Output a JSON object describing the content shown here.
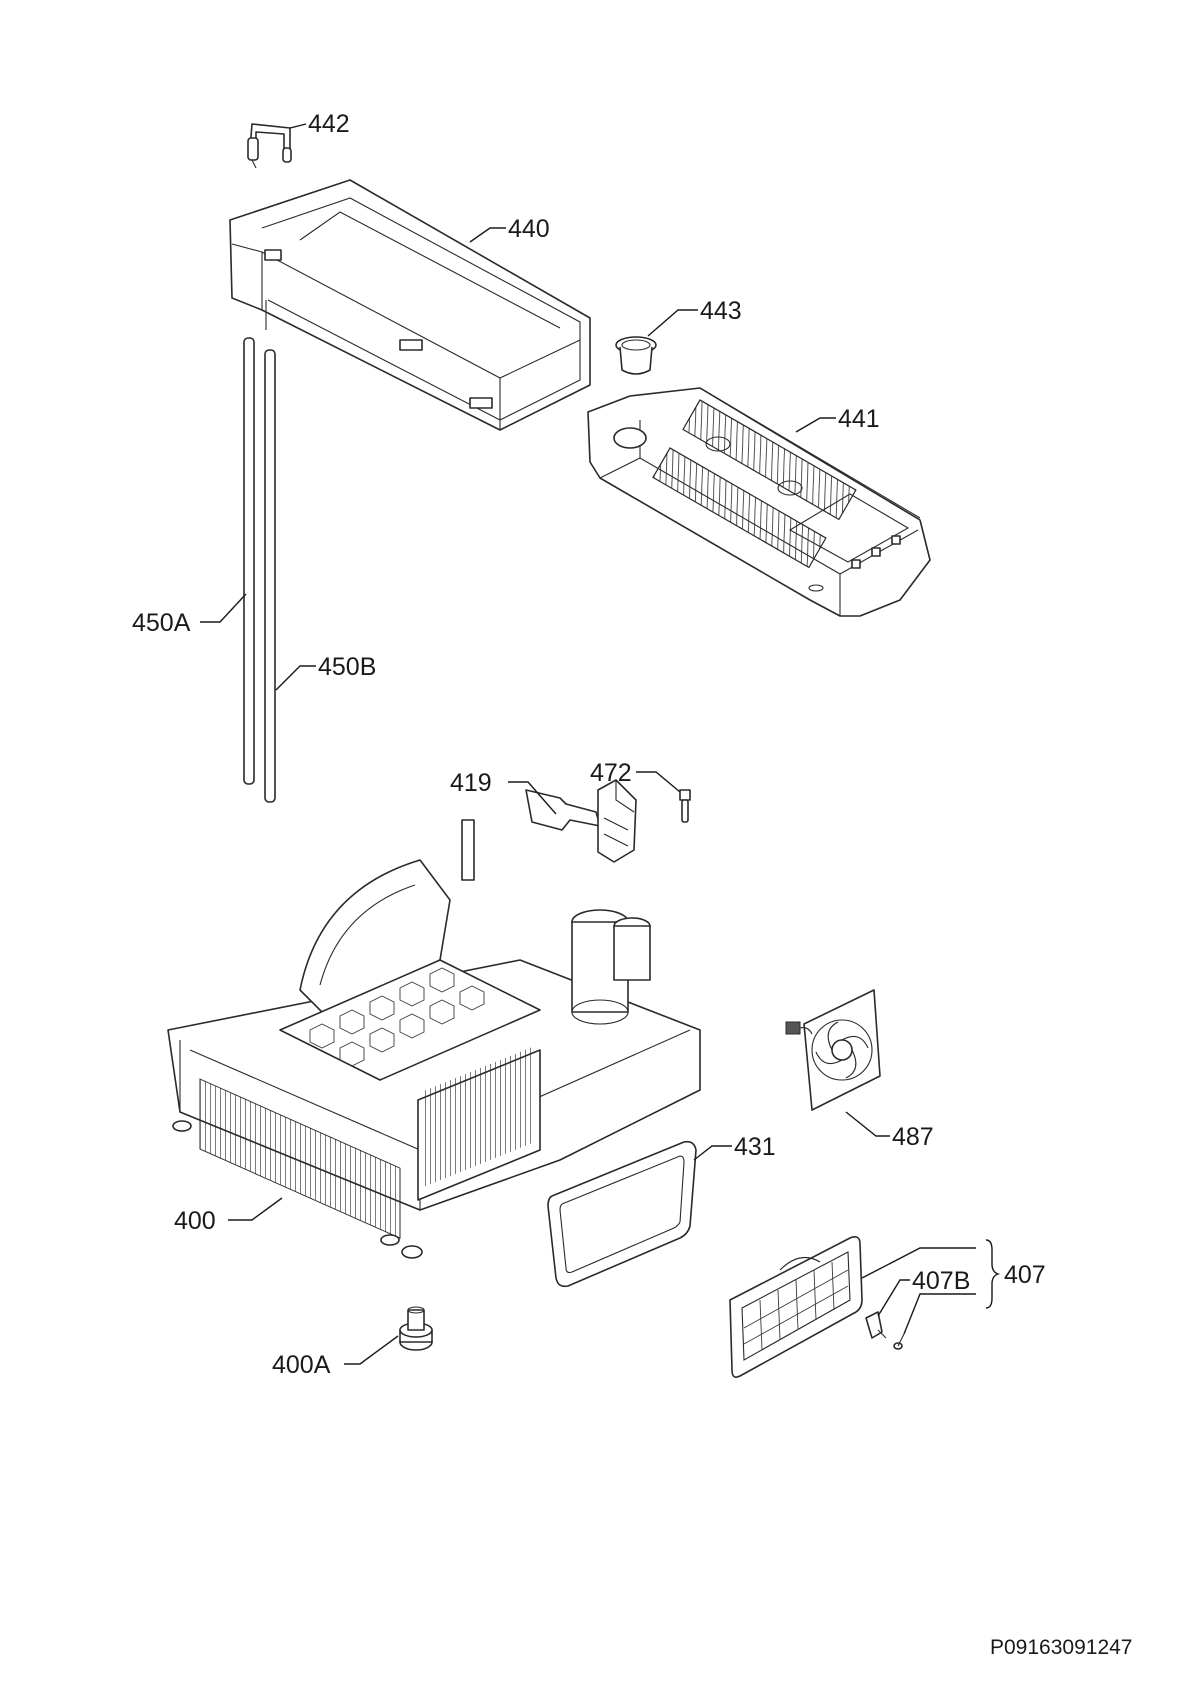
{
  "diagram": {
    "document_code": "P09163091247",
    "callouts": [
      {
        "id": "442",
        "label": "442"
      },
      {
        "id": "440",
        "label": "440"
      },
      {
        "id": "443",
        "label": "443"
      },
      {
        "id": "441",
        "label": "441"
      },
      {
        "id": "450A",
        "label": "450A"
      },
      {
        "id": "450B",
        "label": "450B"
      },
      {
        "id": "419",
        "label": "419"
      },
      {
        "id": "472",
        "label": "472"
      },
      {
        "id": "487",
        "label": "487"
      },
      {
        "id": "431",
        "label": "431"
      },
      {
        "id": "400",
        "label": "400"
      },
      {
        "id": "407B",
        "label": "407B"
      },
      {
        "id": "407",
        "label": "407"
      },
      {
        "id": "400A",
        "label": "400A"
      }
    ]
  }
}
